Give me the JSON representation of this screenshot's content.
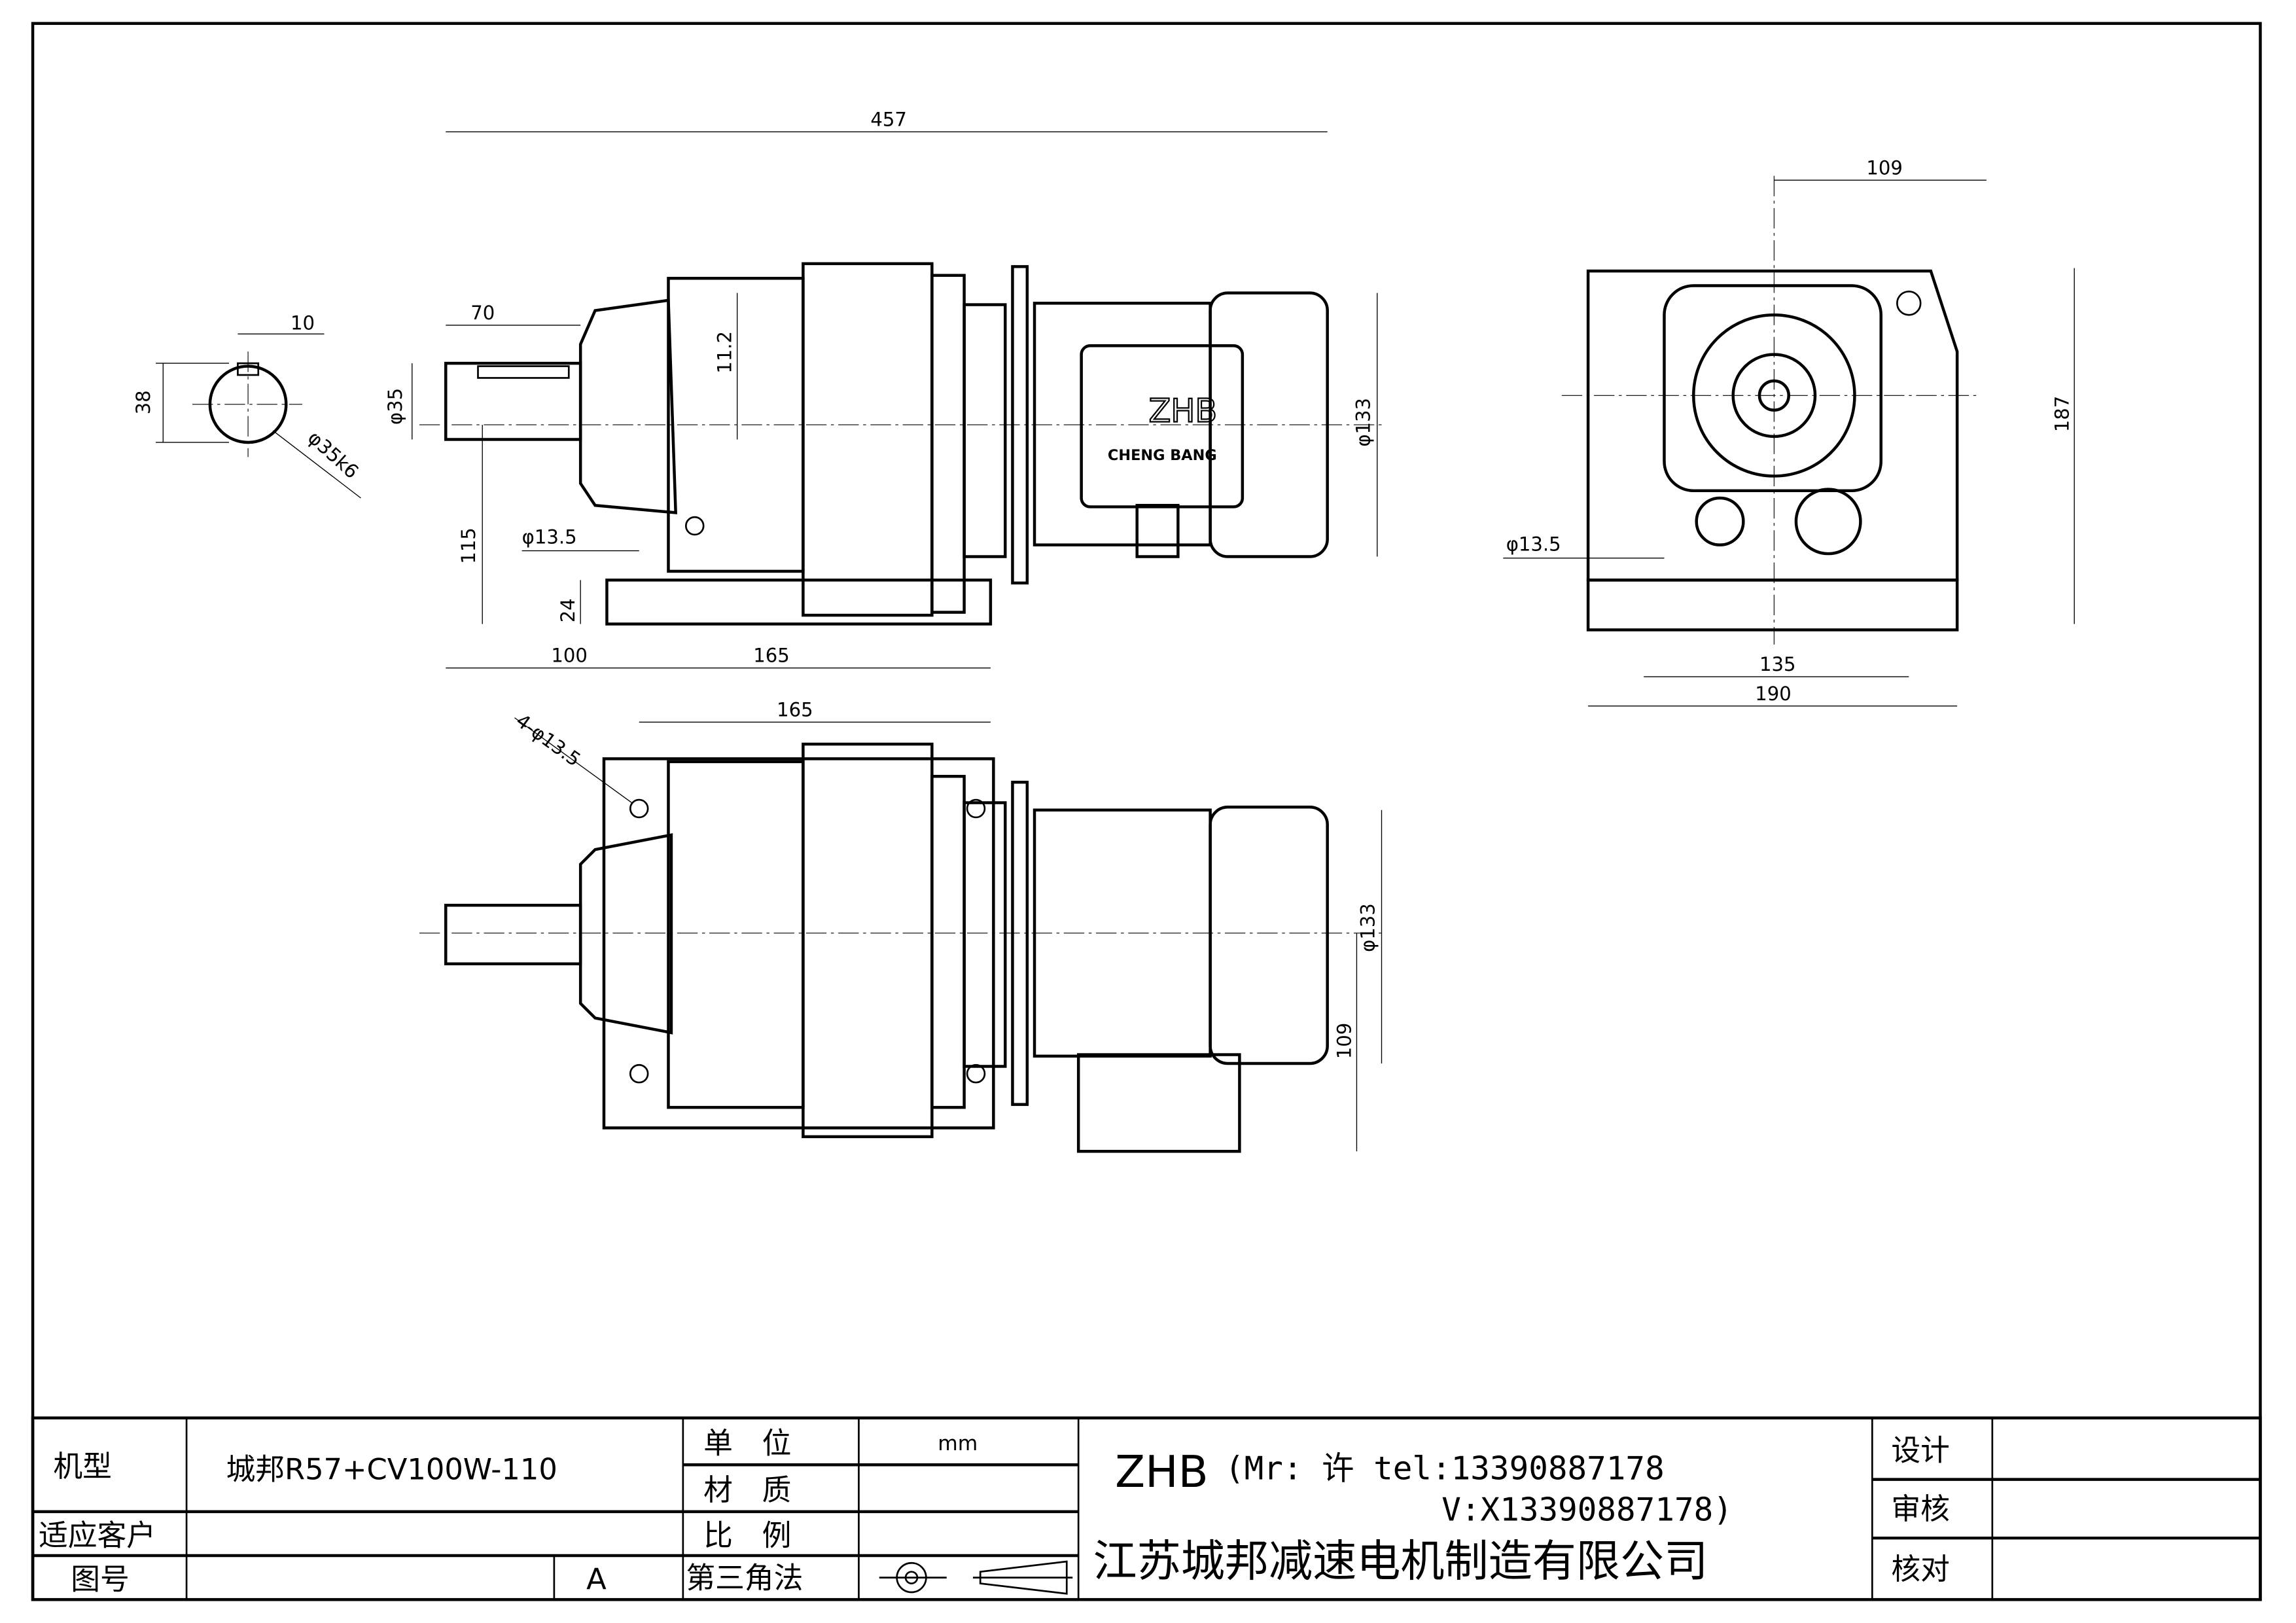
{
  "drawing": {
    "side_view": {
      "overall_length": "457",
      "shaft_length": "70",
      "shaft_diameter": "φ35",
      "center_offset": "11.2",
      "shaft_height": "115",
      "foot_hole": "φ13.5",
      "foot_thickness": "24",
      "foot_left": "100",
      "foot_spacing": "165",
      "motor_diameter": "φ133",
      "motor_logo": "ZHB",
      "motor_brand": "CHENG BANG"
    },
    "shaft_section": {
      "key_width": "10",
      "key_height": "38",
      "fit": "φ35k6"
    },
    "end_view": {
      "top_width": "109",
      "height": "187",
      "foot_hole": "φ13.5",
      "hole_spacing": "135",
      "base_width": "190"
    },
    "top_view": {
      "foot_spacing": "165",
      "holes": "4-φ13.5",
      "motor_diameter": "φ133",
      "terminal_offset": "109"
    }
  },
  "title_block": {
    "model_label": "机型",
    "model_value": "城邦R57+CV100W-110",
    "customer_label": "适应客户",
    "drawing_no_label": "图号",
    "revision": "A",
    "unit_label": "单　位",
    "unit_value": "mm",
    "material_label": "材　质",
    "scale_label": "比　例",
    "projection_label": "第三角法",
    "brand": "ZHB",
    "contact_line1": "(Mr: 许 tel:13390887178",
    "contact_line2": "V:X13390887178)",
    "company": "江苏城邦减速电机制造有限公司",
    "design_label": "设计",
    "review_label": "审核",
    "check_label": "核对"
  }
}
